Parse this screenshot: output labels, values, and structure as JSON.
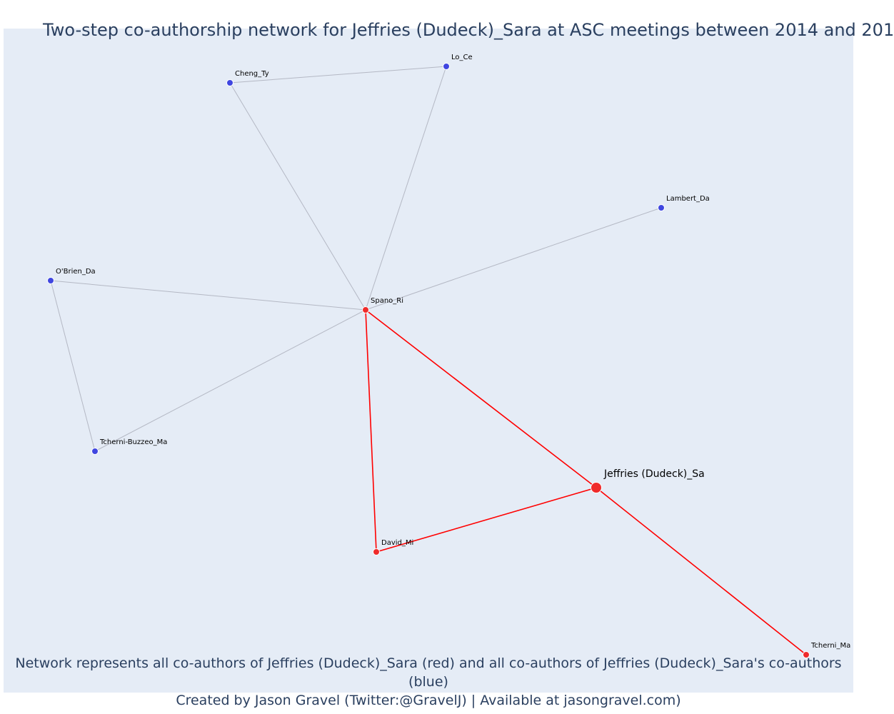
{
  "title": "Two-step co-authorship network for Jeffries (Dudeck)_Sara at ASC meetings between 2014 and 201",
  "footer": {
    "line1": "Network represents all co-authors of Jeffries (Dudeck)_Sara (red) and all co-authors of Jeffries (Dudeck)_Sara's co-authors (blue)",
    "line2": "Created by Jason Gravel (Twitter:@GravelJ) | Available at jasongravel.com)"
  },
  "colors": {
    "background": "#e5ecf6",
    "red": "#ef2b2b",
    "blue": "#3f46e0",
    "edge_gray": "#b4b8c4",
    "edge_red": "#ff0000",
    "text": "#2a3f5f"
  },
  "nodes": [
    {
      "id": "jeffries",
      "label": "Jeffries (Dudeck)_Sa",
      "group": "focal"
    },
    {
      "id": "spano",
      "label": "Spano_Ri",
      "group": "coauthor"
    },
    {
      "id": "david",
      "label": "David_Mi",
      "group": "coauthor"
    },
    {
      "id": "tcherni",
      "label": "Tcherni_Ma",
      "group": "coauthor"
    },
    {
      "id": "cheng",
      "label": "Cheng_Ty",
      "group": "second"
    },
    {
      "id": "lo",
      "label": "Lo_Ce",
      "group": "second"
    },
    {
      "id": "lambert",
      "label": "Lambert_Da",
      "group": "second"
    },
    {
      "id": "obrien",
      "label": "O'Brien_Da",
      "group": "second"
    },
    {
      "id": "tcherni_buzzeo",
      "label": "Tcherni-Buzzeo_Ma",
      "group": "second"
    }
  ],
  "edges": [
    {
      "source": "cheng",
      "target": "lo",
      "type": "gray"
    },
    {
      "source": "cheng",
      "target": "spano",
      "type": "gray"
    },
    {
      "source": "lo",
      "target": "spano",
      "type": "gray"
    },
    {
      "source": "lambert",
      "target": "spano",
      "type": "gray"
    },
    {
      "source": "obrien",
      "target": "spano",
      "type": "gray"
    },
    {
      "source": "obrien",
      "target": "tcherni_buzzeo",
      "type": "gray"
    },
    {
      "source": "tcherni_buzzeo",
      "target": "spano",
      "type": "gray"
    },
    {
      "source": "spano",
      "target": "jeffries",
      "type": "red"
    },
    {
      "source": "spano",
      "target": "david",
      "type": "red"
    },
    {
      "source": "david",
      "target": "jeffries",
      "type": "red"
    },
    {
      "source": "jeffries",
      "target": "tcherni",
      "type": "red"
    }
  ]
}
